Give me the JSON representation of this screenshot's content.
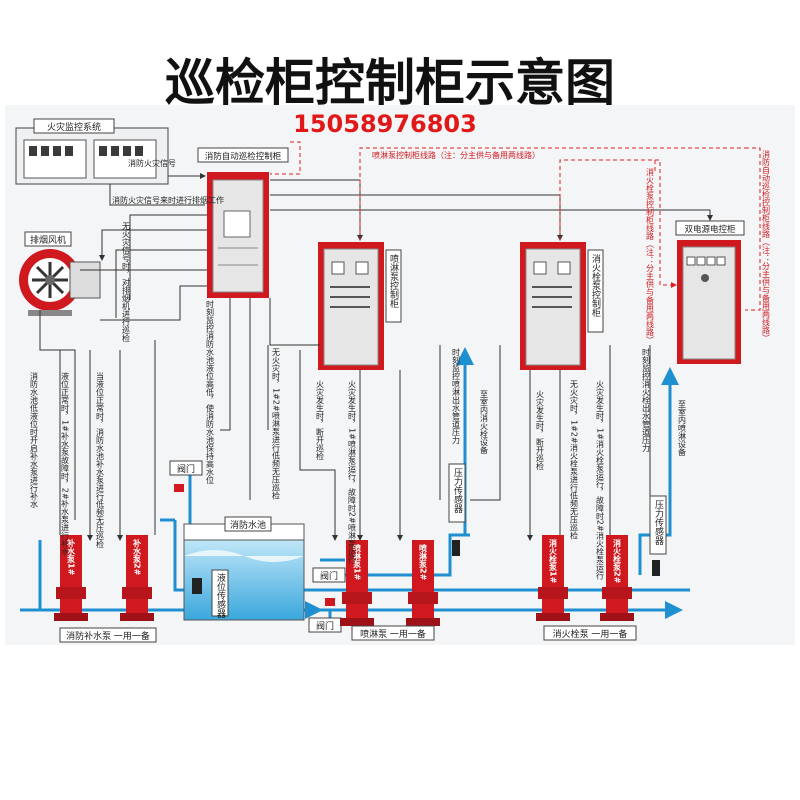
{
  "title": "巡检柜控制柜示意图",
  "phone": "15058976803",
  "colors": {
    "accent_red": "#d0191f",
    "pipe_blue": "#1e8fd0",
    "line_dark": "#333333",
    "dashed_red": "#e02020",
    "cabinet_grey": "#e8e8e8"
  },
  "fire_monitor": {
    "label": "火灾监控系统"
  },
  "fan": {
    "label": "排烟风机"
  },
  "cabinets": {
    "patrol": {
      "label": "消防自动巡检控制柜"
    },
    "spray": {
      "label": "喷淋泵控制柜"
    },
    "hydrant": {
      "label": "消火栓泵控制柜"
    },
    "dual": {
      "label": "双电源电控柜"
    }
  },
  "signals": {
    "fire_signal": "消防火灾信号",
    "fire_signal_smoke": "消防火灾信号来时进行排烟工作",
    "spray_line": "喷淋泵控制柜线路（注：分主供与备用两线路）",
    "hydrant_line_v": "消火栓泵控制柜线路（注：分主供与备用两线路）",
    "patrol_line_v": "消防自动巡检控制柜线路（注：分主供与备用两线路）"
  },
  "vertical_notes": [
    "消防水池低液位时开启补水泵进行补水",
    "液位正常时，1#补水泵故障时，2#补水泵进行补水",
    "当液位正常时，消防水池补水泵进行低频无压巡检",
    "无火灾信号时，对排烟机进行巡检",
    "时刻监控消防水池液位高低，使消防水池保持高水位",
    "无火灾时，1#2#喷淋泵进行低频无压巡检",
    "火灾发生时，断开巡检",
    "火灾发生时，1#喷淋泵运行，故障时2#喷淋泵运行",
    "时刻监控喷淋出水管道压力",
    "至室内消火栓设备",
    "无火灾时，1#2#消火栓泵进行低频无压巡检",
    "火灾发生时，断开巡检",
    "火灾发生时，1#消火栓泵运行，故障时2#消火栓泵运行",
    "时刻监控消火栓出水管道压力",
    "至室内喷淋设备"
  ],
  "pumps": {
    "make_up_1": "补水泵1#",
    "make_up_2": "补水泵2#",
    "spray_1": "喷淋泵1#",
    "spray_2": "喷淋泵2#",
    "hydrant_1": "消火栓泵1#",
    "hydrant_2": "消火栓泵2#"
  },
  "components": {
    "valve_1": "阀门",
    "valve_2": "阀门",
    "valve_3": "阀门",
    "tank": "消防水池",
    "level_sensor": "液位传感器",
    "pressure_1": "压力传感器",
    "pressure_2": "压力传感器"
  },
  "groups": {
    "make_up": "消防补水泵 一用一备",
    "spray": "喷淋泵 一用一备",
    "hydrant": "消火栓泵 一用一备"
  }
}
